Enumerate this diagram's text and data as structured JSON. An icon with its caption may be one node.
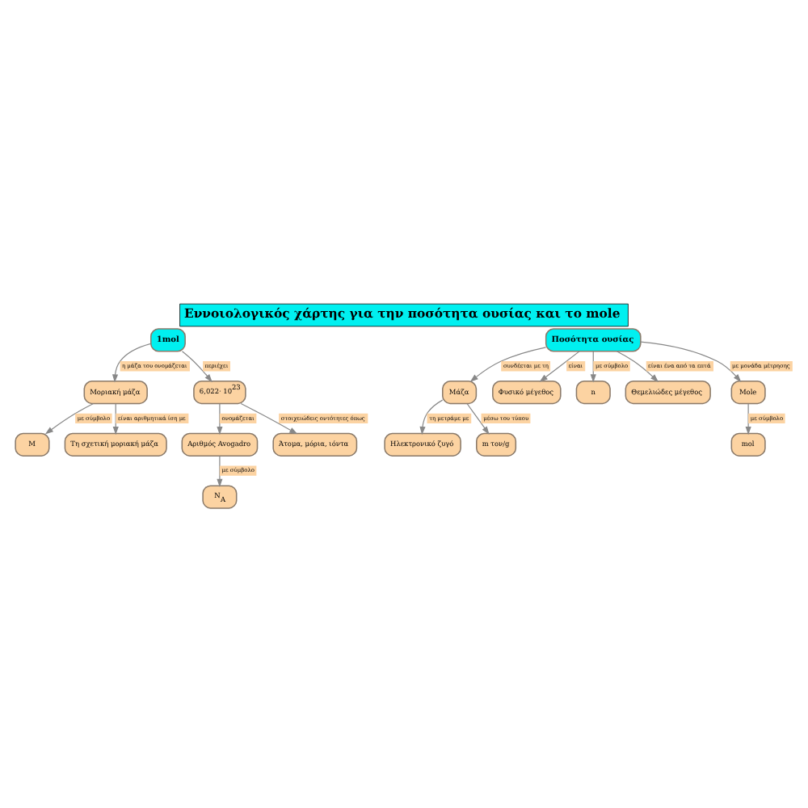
{
  "diagram": {
    "title": "Εννοιολογικός χάρτης για την ποσότητα ουσίας και το mole",
    "nodes": [
      {
        "text": [
          "1mol"
        ]
      },
      {
        "text": [
          "Μοριακή μάζα"
        ]
      },
      {
        "text": [
          "M"
        ]
      },
      {
        "text": [
          "Τη σχετική μοριακή μάζα"
        ]
      },
      {
        "text": [
          "6,022· 10$^{23}$"
        ]
      },
      {
        "text": [
          "Αριθμός Avogadro"
        ]
      },
      {
        "text": [
          "N$_{A}$"
        ]
      },
      {
        "text": [
          "Άτομα, μόρια, ιόντα"
        ]
      },
      {
        "text": [
          "Ποσότητα ουσίας"
        ]
      },
      {
        "text": [
          "Μάζα"
        ]
      },
      {
        "text": [
          "Ηλεκτρονικό ζυγό"
        ]
      },
      {
        "text": [
          "m τον/g"
        ]
      },
      {
        "text": [
          "Φυσικό μέγεθος"
        ]
      },
      {
        "text": [
          "n"
        ]
      },
      {
        "text": [
          "Θεμελιώδες μέγεθος"
        ]
      },
      {
        "text": [
          "Mole"
        ]
      },
      {
        "text": [
          "mol"
        ]
      }
    ],
    "edges": [
      {
        "from": 0,
        "to": 1,
        "arrow": "to",
        "label": "η μάζα του ονομάζεται"
      },
      {
        "from": 1,
        "to": 2,
        "arrow": "to",
        "label": "με σύμβολο"
      },
      {
        "from": 1,
        "to": 3,
        "arrow": "to",
        "label": "είναι αριθμητικά ίση με"
      },
      {
        "from": 0,
        "to": 4,
        "arrow": "to",
        "label": "περιέχει"
      },
      {
        "from": 4,
        "to": 5,
        "arrow": "to",
        "label": "ονομάζεται"
      },
      {
        "from": 5,
        "to": 6,
        "arrow": "to",
        "label": "με σύμβολο"
      },
      {
        "from": 4,
        "to": 7,
        "arrow": "to",
        "label": "στοιχειώδεις οντότητες όπως"
      },
      {
        "from": 8,
        "to": 9,
        "arrow": "to",
        "label": "συνδέεται με τη"
      },
      {
        "from": 9,
        "to": 11,
        "arrow": "to",
        "label": "μέσω του τύπου"
      },
      {
        "from": 9,
        "to": 10,
        "arrow": "to",
        "label": "τη μετράμε με"
      },
      {
        "from": 8,
        "to": 12,
        "arrow": "to",
        "label": "είναι"
      },
      {
        "from": 8,
        "to": 13,
        "arrow": "to",
        "label": "με σύμβολο"
      },
      {
        "from": 8,
        "to": 14,
        "arrow": "to",
        "label": "είναι ένα από τα επτά"
      },
      {
        "from": 8,
        "to": 15,
        "arrow": "to",
        "label": "με μονάδα μέτρησης"
      },
      {
        "from": 15,
        "to": 16,
        "arrow": "to",
        "label": "με σύμβολο"
      }
    ]
  }
}
